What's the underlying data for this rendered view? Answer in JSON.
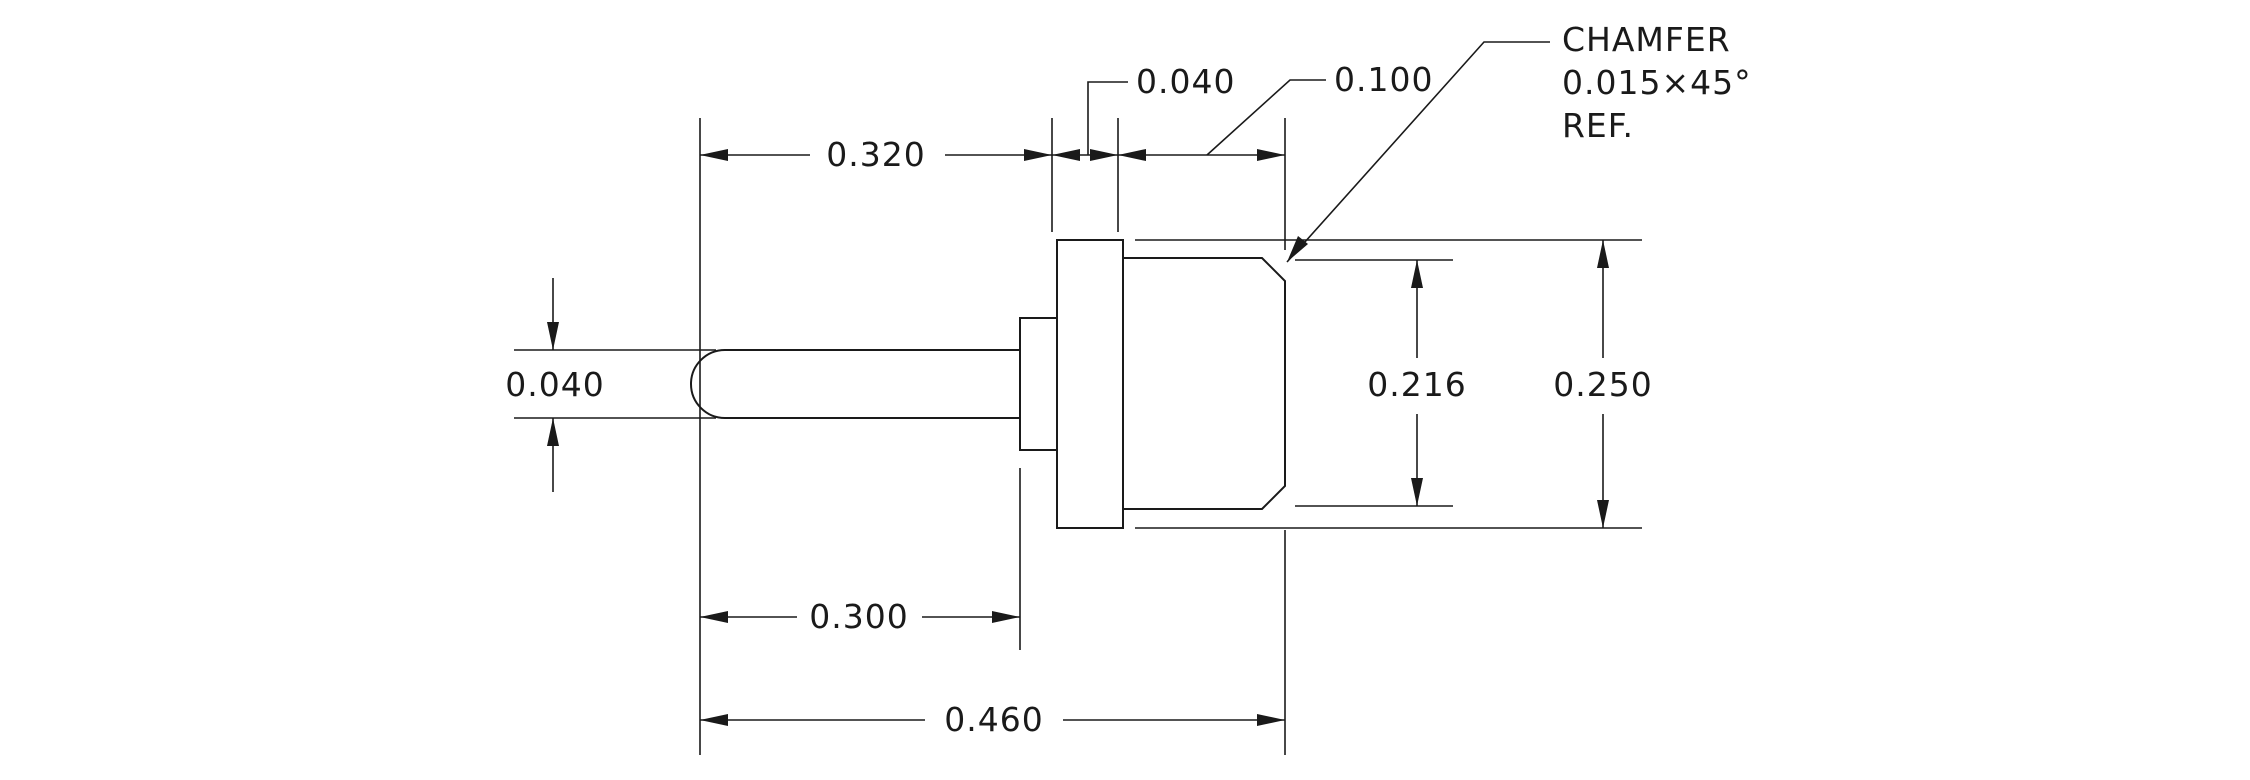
{
  "dimensions": {
    "overall_length": "0.460",
    "pin_length": "0.300",
    "to_flange": "0.320",
    "flange_thickness": "0.040",
    "knurl_length": "0.100",
    "pin_diameter": "0.040",
    "knurl_inner_diameter": "0.216",
    "outer_diameter": "0.250"
  },
  "chamfer_note": {
    "line1": "CHAMFER",
    "line2": "0.015×45°",
    "line3": "REF."
  },
  "colors": {
    "line": "#1a1a1a",
    "background": "#ffffff"
  }
}
